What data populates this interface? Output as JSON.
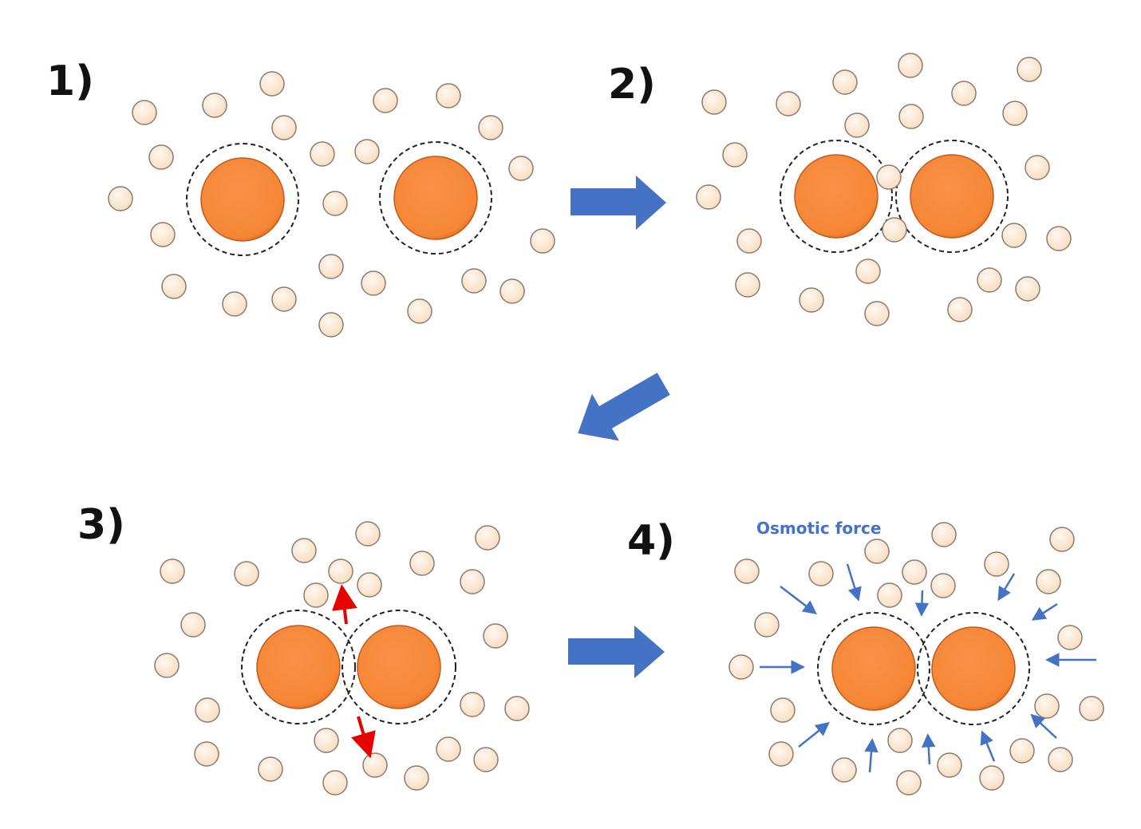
{
  "panels": [
    {
      "label": "1)"
    },
    {
      "label": "2)"
    },
    {
      "label": "3)"
    },
    {
      "label": "4)"
    }
  ],
  "annotation": "Osmotic force",
  "colors": {
    "particle_fill": "#F58634",
    "particle_dark": "#C2591C",
    "solvent_fill": "#FDEBD8",
    "solvent_stroke": "#8C7C70",
    "step_arrow": "#4472C4",
    "red_arrow": "#E80000",
    "force_arrow": "#4472C4",
    "dashed_shell": "#222222"
  },
  "icons": [
    "step-arrow-right",
    "step-arrow-down-left",
    "osmotic-force-arrow",
    "displacement-arrow"
  ]
}
